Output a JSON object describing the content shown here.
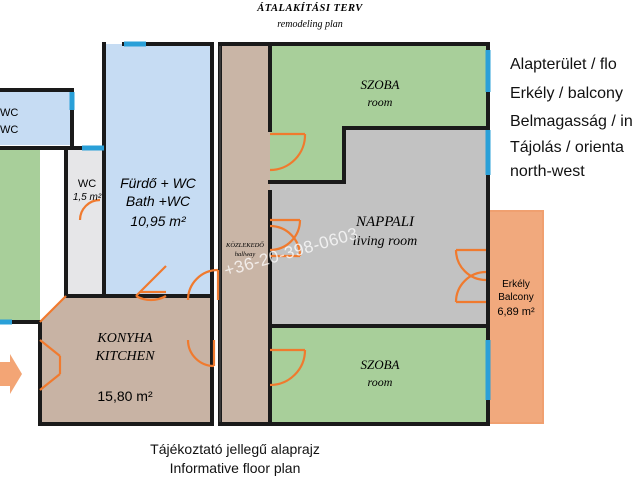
{
  "header": {
    "title_hu": "ÁTALAKÍTÁSI TERV",
    "title_en": "remodeling plan"
  },
  "info_lines": [
    "Alapterület / flo",
    "Erkély / balcony",
    "Belmagasság / in",
    "Tájolás / orienta",
    "north-west"
  ],
  "rooms": {
    "wc_left": {
      "line1": "WC",
      "line2": "WC"
    },
    "wc_small": {
      "name": "WC",
      "area": "1,5 m²"
    },
    "bath": {
      "name_hu": "Fürdő + WC",
      "name_en": "Bath +WC",
      "area": "10,95 m²"
    },
    "hallway": {
      "name_hu": "KÖZLEKEDŐ",
      "name_en": "hallway"
    },
    "bedroom_top": {
      "name_hu": "SZOBA",
      "name_en": "room"
    },
    "living": {
      "name_hu": "NAPPALI",
      "name_en": "living room"
    },
    "bedroom_bottom": {
      "name_hu": "SZOBA",
      "name_en": "room"
    },
    "balcony": {
      "name_hu": "Erkély",
      "name_en": "Balcony",
      "area": "6,89 m²"
    },
    "kitchen": {
      "name_hu": "KONYHA",
      "name_en": "KITCHEN",
      "area": "15,80 m²"
    }
  },
  "watermark": "+36-20-398-0603",
  "footer": {
    "line1": "Tájékoztató jellegű alaprajz",
    "line2": "Informative floor plan"
  },
  "colors": {
    "room_green": "#a8cf9a",
    "bath_blue": "#c6dcf3",
    "living_gray": "#c2c2c2",
    "hallway_tan": "#c9b5a6",
    "kitchen_tan": "#c8b3a4",
    "wc_gray": "#e6e6e8",
    "balcony_orange": "#f0a070",
    "door_orange": "#f07a2e",
    "window_blue": "#2aa0d8",
    "wall": "#1a1a1a"
  }
}
